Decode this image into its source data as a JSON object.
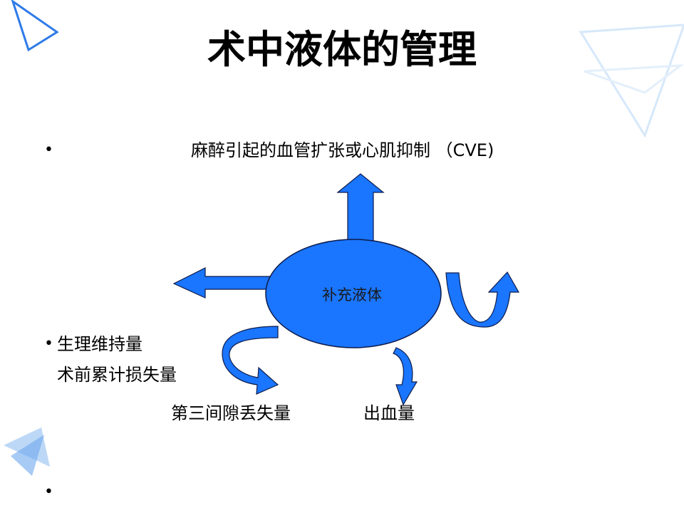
{
  "slide": {
    "title": "术中液体的管理",
    "top_label": "麻醉引起的血管扩张或心肌抑制 （CVE)",
    "left_line1": "生理维持量",
    "left_line2": "术前累计损失量",
    "bottom_left_label": "第三间隙丢失量",
    "bottom_right_label": "出血量",
    "center_label": "补充液体",
    "bullet_char": "•"
  },
  "colors": {
    "accent": "#1a75ff",
    "outline": "#0d1b4a",
    "decor": "#3d8ff0"
  }
}
